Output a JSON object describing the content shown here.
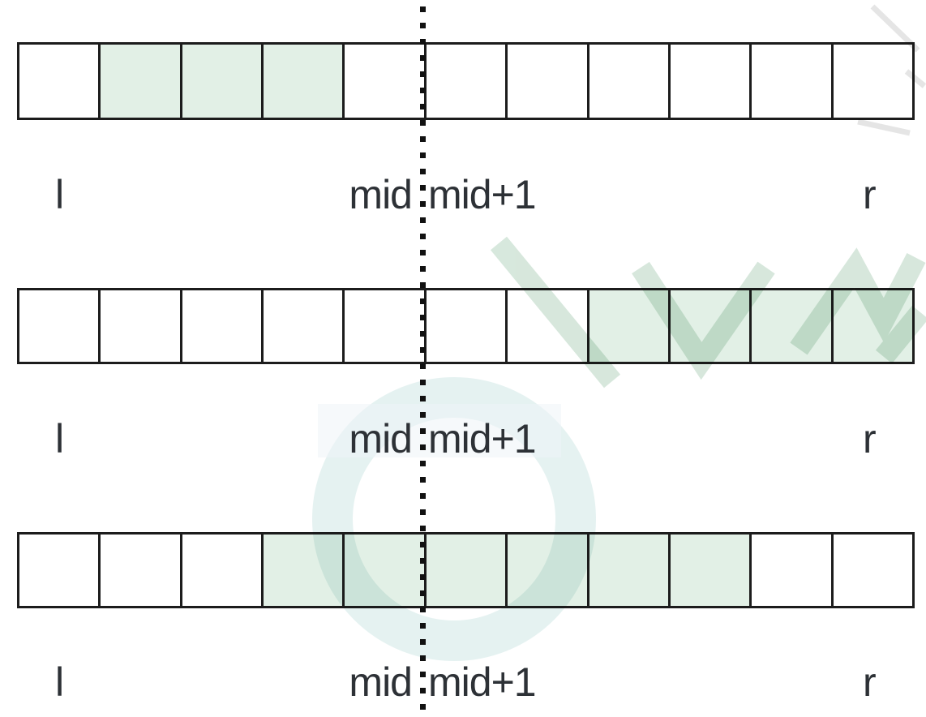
{
  "figure": {
    "description_labels": {
      "left": "l",
      "mid": "mid",
      "mid_plus_one": "mid+1",
      "right": "r"
    },
    "rows": [
      {
        "cells": 11,
        "highlighted": [
          1,
          2,
          3
        ],
        "labels": {
          "l": "l",
          "mid": "mid",
          "mid_plus": "mid+1",
          "r": "r"
        }
      },
      {
        "cells": 11,
        "highlighted": [
          7,
          8,
          9,
          10
        ],
        "labels": {
          "l": "l",
          "mid": "mid",
          "mid_plus": "mid+1",
          "r": "r"
        }
      },
      {
        "cells": 11,
        "highlighted": [
          3,
          4,
          5,
          6,
          7,
          8
        ],
        "labels": {
          "l": "l",
          "mid": "mid",
          "mid_plus": "mid+1",
          "r": "r"
        }
      }
    ],
    "colors": {
      "highlight": "#e2f0e6",
      "border": "#1c1c1c",
      "text": "#2d3136",
      "dotted_line": "#111111",
      "watermark_green": "#cde2d4",
      "watermark_teal": "#cfe7e6",
      "watermark_gray": "#dadada"
    }
  }
}
